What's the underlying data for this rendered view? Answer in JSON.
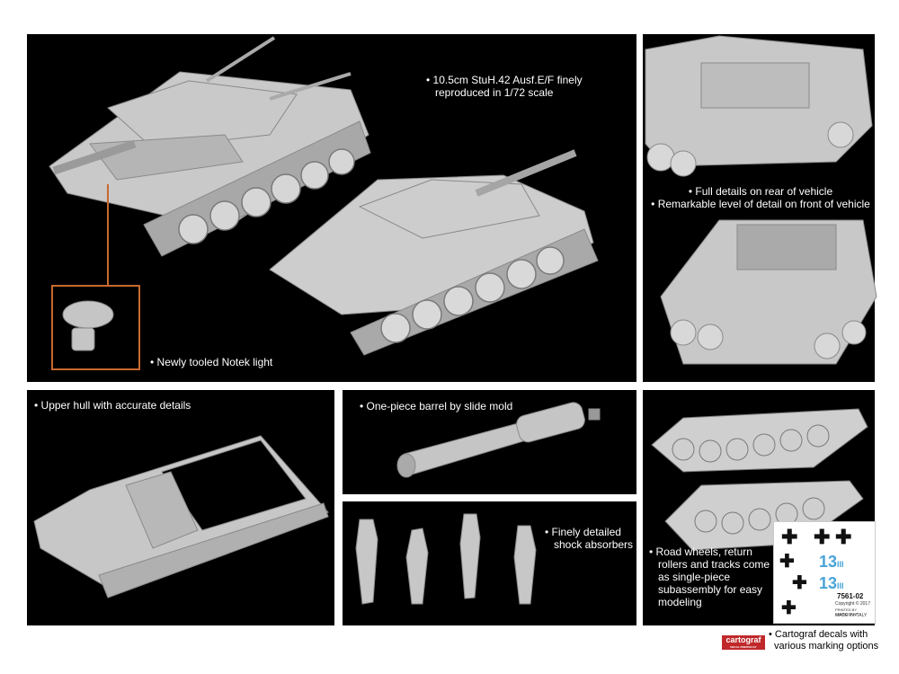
{
  "captions": {
    "main": [
      "• 10.5cm StuH.42 Ausf.E/F finely",
      "reproduced in 1/72 scale"
    ],
    "notek": "• Newly tooled Notek light",
    "rear": [
      "• Full details on rear of vehicle",
      "• Remarkable level of detail on front of vehicle"
    ],
    "hull": "• Upper hull with accurate details",
    "barrel": "• One-piece barrel by slide mold",
    "shock": [
      "• Finely detailed",
      "shock absorbers"
    ],
    "wheels": [
      "• Road wheels, return",
      "rollers and tracks come",
      "as  single-piece",
      "subassembly for easy",
      "modeling"
    ],
    "decals": [
      "• Cartograf decals with",
      "various marking options"
    ]
  },
  "decal_sheet": {
    "code": "7561-02",
    "copyright": "Copyright © 2017",
    "printer": "PRINTED BY CARTOGRAF",
    "made": "MADE IN ITALY",
    "numbers": [
      "13",
      "13"
    ],
    "suffix": "III"
  },
  "logo": {
    "name": "cartograf",
    "sub": "DECAL PRINTED BY CARTOGRAF"
  },
  "colors": {
    "panel": "#000000",
    "accent": "#c7692f",
    "model": "#c8c8c8",
    "logo": "#c0282a"
  }
}
